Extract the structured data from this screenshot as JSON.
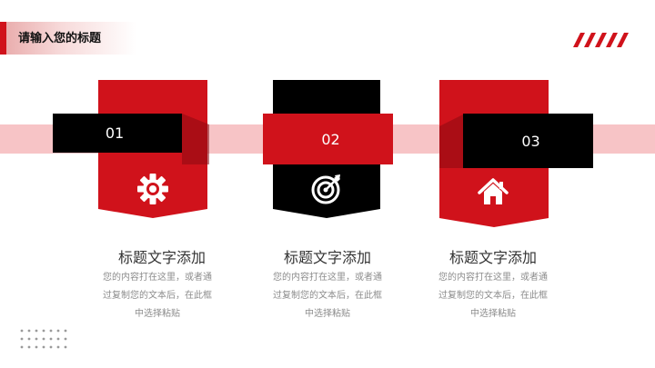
{
  "header": {
    "title": "请输入您的标题"
  },
  "colors": {
    "accent": "#d0121b",
    "dark": "#000000",
    "band": "#f7c4c6"
  },
  "items": [
    {
      "number": "01",
      "icon": "gear-icon",
      "title": "标题文字添加",
      "desc": [
        "您的内容打在这里，或者通",
        "过复制您的文本后，在此框",
        "中选择粘贴"
      ]
    },
    {
      "number": "02",
      "icon": "target-icon",
      "title": "标题文字添加",
      "desc": [
        "您的内容打在这里，或者通",
        "过复制您的文本后，在此框",
        "中选择粘贴"
      ]
    },
    {
      "number": "03",
      "icon": "home-icon",
      "title": "标题文字添加",
      "desc": [
        "您的内容打在这里，或者通",
        "过复制您的文本后，在此框",
        "中选择粘贴"
      ]
    }
  ]
}
